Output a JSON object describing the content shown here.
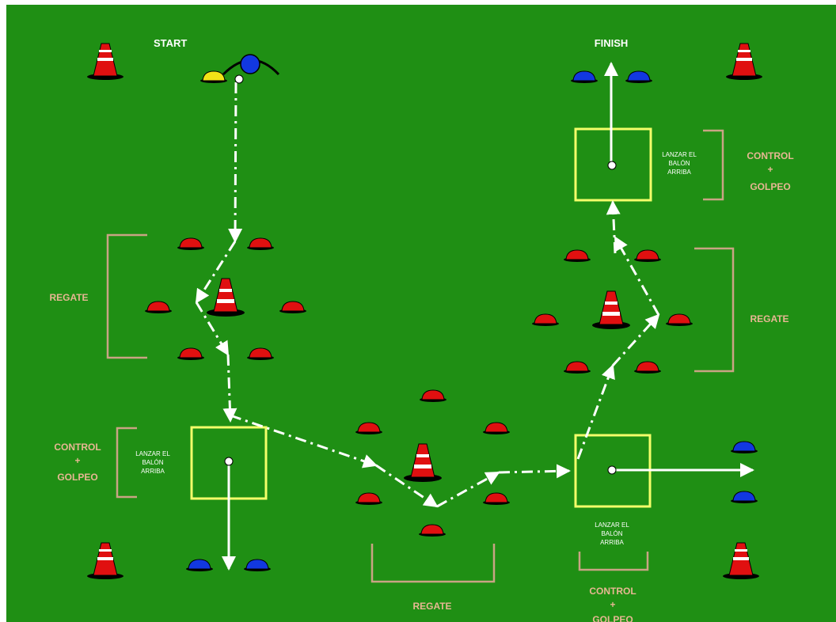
{
  "colors": {
    "field": "#1f8f14",
    "marker_red": "#e01010",
    "marker_blue": "#1238e0",
    "marker_yellow": "#f2e317",
    "square": "#f4ff6a",
    "bracket": "#c9a484",
    "label_tan": "#e7b793"
  },
  "labels": {
    "start": "START",
    "finish": "FINISH",
    "regate": "REGATE",
    "control_line1": "CONTROL",
    "plus": "+",
    "golpeo": "GOLPEO",
    "lanzar_line1": "LANZAR EL",
    "lanzar_line2": "BALÓN",
    "lanzar_line3": "ARRIBA"
  },
  "icons": {
    "large_cone": "traffic-cone-icon",
    "small_cone": "marker-disc-icon",
    "ball": "ball-icon",
    "player": "player-icon",
    "arrow": "arrow-icon"
  }
}
